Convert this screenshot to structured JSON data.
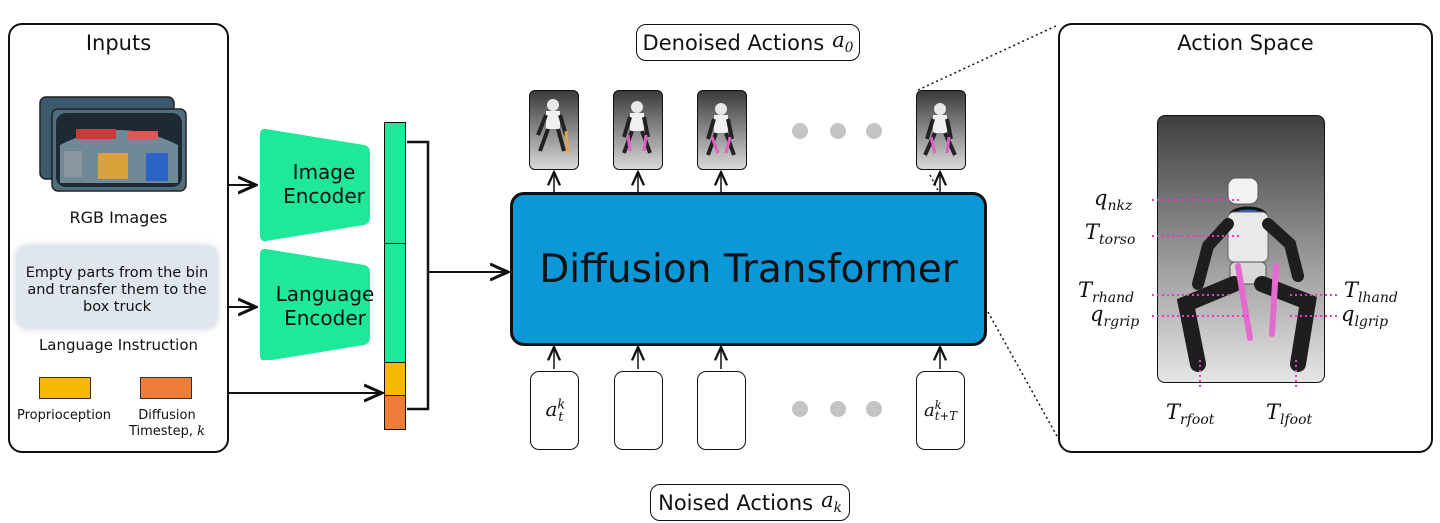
{
  "inputs": {
    "title": "Inputs",
    "rgb_caption": "RGB Images",
    "instruction_text": "Empty parts from the bin and transfer them to the box truck",
    "instruction_caption": "Language Instruction",
    "proprio_caption": "Proprioception",
    "timestep_caption_1": "Diffusion",
    "timestep_caption_2": "Timestep,",
    "timestep_symbol": "k"
  },
  "encoders": {
    "image_1": "Image",
    "image_2": "Encoder",
    "language_1": "Language",
    "language_2": "Encoder"
  },
  "center": {
    "model_label": "Diffusion Transformer",
    "top_label": "Denoised Actions",
    "top_symbol": "a",
    "top_symbol_sub": "0",
    "bottom_label": "Noised Actions",
    "bottom_symbol": "a",
    "bottom_symbol_sub": "k",
    "first_token_base": "a",
    "first_token_sup": "k",
    "first_token_sub": "t",
    "last_token_base": "a",
    "last_token_sup": "k",
    "last_token_sub": "t+T"
  },
  "action_space": {
    "title": "Action Space",
    "labels": [
      {
        "base": "q",
        "sub": "nkz"
      },
      {
        "base": "T",
        "sub": "torso"
      },
      {
        "base": "T",
        "sub": "rhand"
      },
      {
        "base": "q",
        "sub": "rgrip"
      },
      {
        "base": "T",
        "sub": "lhand"
      },
      {
        "base": "q",
        "sub": "lgrip"
      },
      {
        "base": "T",
        "sub": "rfoot"
      },
      {
        "base": "T",
        "sub": "lfoot"
      }
    ]
  },
  "colors": {
    "encoder": "#1fe89a",
    "token_language": "#1fe89a",
    "proprioception": "#f7b800",
    "timestep": "#ee7d3a",
    "transformer": "#0c97d6",
    "keypoint_line": "#e040c8"
  }
}
